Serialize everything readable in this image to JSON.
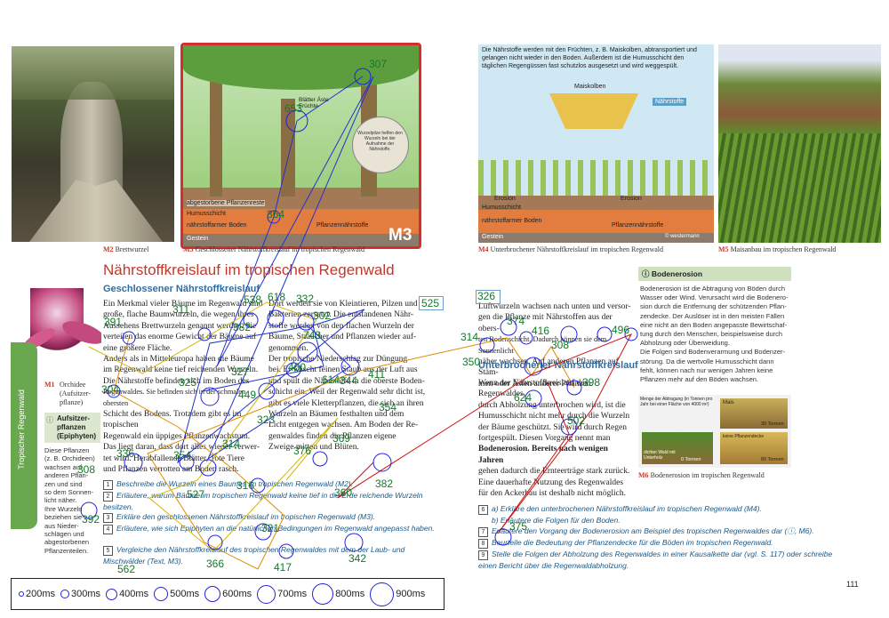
{
  "left_page": {
    "m2_caption": {
      "label": "M2",
      "text": "Brettwurzel"
    },
    "m3_caption": {
      "label": "M3",
      "text": "Geschlossener Nährstoffkreislauf im tropischen Regenwald"
    },
    "m3_overlay_tag": "M3",
    "m3_illustration": {
      "labels": [
        "Blätter Äste Früchte",
        "abgestorbene Pflanzenreste",
        "Humusschicht",
        "nährstoffarmer Boden",
        "Pflanzennährstoffe",
        "Gestein"
      ],
      "bubble_text": "Wurzelpilze helfen den Wurzeln bei der Aufnahme der Nährstoffe."
    },
    "title": "Nährstoffkreislauf im tropischen Regenwald",
    "subtitle": "Geschlossener Nährstoffkreislauf",
    "col1": [
      "Ein Merkmal vieler Bäume im Regenwald sind",
      "große, flache Baumwurzeln, die wegen ihres",
      "Aussehens Brettwurzeln genannt werden. Sie",
      "verteilen das enorme Gewicht der Bäume auf",
      "eine größere Fläche.",
      "Anders als in Mitteleuropa haben die Bäume",
      "im Regenwald keine tief reichenden Wurzeln.",
      "Die Nährstoffe befinden sich im Boden des",
      "Regenwaldes. Sie befinden sich in der schmalen obersten",
      "Schicht des Bodens. Trotzdem gibt es im tropischen",
      "Regenwald ein üppiges Pflanzenwachstum.",
      "Das liegt daran, dass dort alles wieder verwer-",
      "tet wird. Herabfallende Blätter, Tote Tiere",
      "und Pflanzen verrotten am Boden rasch."
    ],
    "col2": [
      "Dort werden sie von Kleintieren, Pilzen und",
      "Bakterien zersetzt. Die entstandenen Nähr-",
      "stoffe werden von den flachen Wurzeln der",
      "Bäume, Sträucher und Pflanzen wieder auf-",
      "genommen.",
      "Der tropische Niederschlag zur Düngung",
      "bei. Er wäscht feinen Staub aus der Luft aus",
      "und spült die Nährstoffe in die oberste Boden-",
      "schicht ein. Weil der Regenwald sehr dicht ist,",
      "gibt es viele Kletterpflanzen, die sich an ihren",
      "Wurzeln an Bäumen festhalten und dem",
      "Licht entgegen wachsen. Am Boden der Re-",
      "genwaldes finden die Pflanzen eigene",
      "Zweige mitten und Blüten."
    ],
    "m1_caption": {
      "label": "M1",
      "lines": [
        "Orchidee",
        "(Aufsitzer-",
        "pflanze)"
      ]
    },
    "info_box": {
      "title": "Aufsitzer-pflanzen (Epiphyten)",
      "lines": [
        "Diese Pflanzen",
        "(z. B. Orchideen)",
        "wachsen auf",
        "anderen Pflan-",
        "zen und sind",
        "so dem Sonnen-",
        "licht näher.",
        "Ihre Wurzeln",
        "beziehen sie",
        "aus Nieder-",
        "schlägen und",
        "abgestorbenen",
        "Pflanzenteilen."
      ]
    },
    "side_tab": "Tropischer Regenwald",
    "tasks": [
      {
        "num": "1",
        "text": "Beschreibe die Wurzeln eines Baumes im tropischen Regenwald (M2)."
      },
      {
        "num": "2",
        "text": "Erläutere, warum Bäume im tropischen Regenwald keine tief in die Erde reichende Wurzeln besitzen."
      },
      {
        "num": "3",
        "text": "Erkläre den geschlossenen Nährstoffkreislauf im tropischen Regenwald (M3)."
      },
      {
        "num": "4",
        "text": "Erläutere, wie sich Epiphyten an die natürlichen Bedingungen im Regenwald angepasst haben."
      },
      {
        "num": "5",
        "text": "Vergleiche den Nährstoffkreislauf des tropischen Regenwaldes mit dem der Laub- und Mischwälder (Text, M3)."
      }
    ]
  },
  "right_page": {
    "m4_intro": "Die Nährstoffe werden mit den Früchten, z. B. Maiskolben, abtransportiert und gelangen nicht wieder in den Boden. Außerdem ist die Humusschicht den täglichen Regengüssen fast schutzlos ausgesetzt und wird weggespült.",
    "m4_labels": [
      "Maiskolben",
      "Nährstoffe",
      "Erosion",
      "Erosion",
      "Humusschicht",
      "nährstoffarmer Boden",
      "Pflanzennährstoffe",
      "Gestein",
      "© westermann"
    ],
    "m4_caption": {
      "label": "M4",
      "text": "Unterbrochener Nährstoffkreislauf im tropischen Regenwald"
    },
    "m5_caption": {
      "label": "M5",
      "text": "Maisanbau im tropischen Regenwald"
    },
    "col1_top": [
      "Luftwurzeln wachsen nach unten und versor-",
      "gen die Pflanze mit Nährstoffen aus der obers-",
      "ten Bodenschicht. Dadurch können sie dem Sonnenlicht",
      "näher wachsen. Auf anderen Pflanzen auf Stäm-",
      "men oder Ästen anderer Pflanzen."
    ],
    "subtitle": "Unterbrochener Nährstoffkreislauf",
    "col1_bottom": [
      "Wenn der Nährstoffkreislauf des Regenwaldes",
      "durch Abholzung unterbrochen wird, ist die",
      "Humusschicht nicht mehr durch die Wurzeln",
      "der Bäume geschützt. Sie wird durch Regen",
      "fortgespült. Diesen Vorgang nennt man",
      "Bodenerosion. Bereits nach wenigen Jahren",
      "gehen dadurch die Ernteerträge stark zurück.",
      "Eine dauerhafte Nutzung des Regenwaldes",
      "für den Ackerbau ist deshalb nicht möglich."
    ],
    "info_box": {
      "title": "Bodenerosion",
      "lines": [
        "Bodenerosion ist die Abtragung von Böden durch",
        "Wasser oder Wind. Verursacht wird die Bodenero-",
        "sion durch die Entfernung der schützenden Pflan-",
        "zendecke. Der Auslöser ist in den meisten Fällen",
        "eine nicht an den Boden angepasste Bewirtschaf-",
        "tung durch den Menschen, beispielsweise durch",
        "Abholzung oder Überweidung.",
        "Die Folgen sind Bodenverarmung und Bodenzer-",
        "störung. Da die wertvolle Humusschicht dann",
        "fehlt, können nach nur wenigen Jahren keine",
        "Pflanzen mehr auf den Böden wachsen."
      ]
    },
    "m6_panel": {
      "header": "Menge der Abtragung (in Tonnen pro Jahr bei einer Fläche von 4000 m²)",
      "cells": [
        "Mais",
        "30 Tonnen",
        "dichter Wald mit Unterholz",
        "0 Tonnen",
        "keine Pflanzendecke",
        "60 Tonnen"
      ]
    },
    "m6_caption": {
      "label": "M6",
      "text": "Bodenerosion im tropischen Regenwald"
    },
    "tasks": [
      {
        "num": "6",
        "text": "a) Erkläre den unterbrochenen Nährstoffkreislauf im tropischen Regenwald (M4)."
      },
      {
        "num": "",
        "text": "b) Erläutere die Folgen für den Boden."
      },
      {
        "num": "7",
        "text": "Erläutere den Vorgang der Bodenerosion am Beispiel des tropischen Regenwaldes dar (ⓘ, M6)."
      },
      {
        "num": "8",
        "text": "Beurteile die Bedeutung der Pflanzendecke für die Böden im tropischen Regenwald."
      },
      {
        "num": "9",
        "text": "Stelle die Folgen der Abholzung des Regenwaldes in einer Kausalkette dar (vgl. S. 117) oder schreibe einen Bericht über die Regenwaldabholzung."
      }
    ],
    "page_number": "111"
  },
  "legend": {
    "items": [
      "200ms",
      "300ms",
      "400ms",
      "500ms",
      "600ms",
      "700ms",
      "800ms",
      "900ms"
    ]
  },
  "fixation_labels": [
    "307",
    "653",
    "364",
    "538",
    "618",
    "332",
    "311",
    "302",
    "382",
    "391",
    "743",
    "460",
    "614",
    "344",
    "411",
    "449",
    "327",
    "325",
    "304",
    "323",
    "354",
    "369",
    "376",
    "314",
    "336",
    "354",
    "308",
    "316",
    "527",
    "360",
    "382",
    "392",
    "321",
    "342",
    "366",
    "417",
    "562",
    "525",
    "326",
    "374",
    "416",
    "314",
    "308",
    "496",
    "350",
    "398",
    "624",
    "502",
    "375"
  ]
}
